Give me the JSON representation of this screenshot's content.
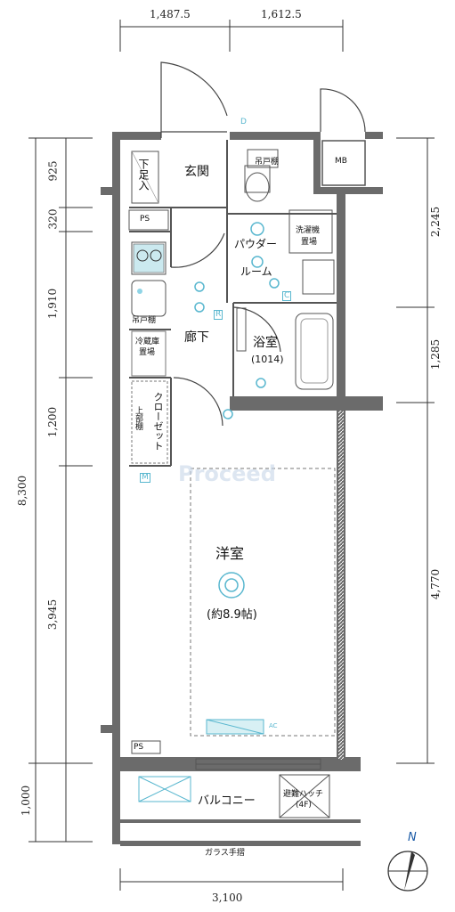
{
  "dimensions": {
    "top_left": "1,487.5",
    "top_right": "1,612.5",
    "bottom": "3,100",
    "left": [
      "925",
      "320",
      "1,910",
      "1,200",
      "3,945",
      "1,000"
    ],
    "left_total": "8,300",
    "right": [
      "2,245",
      "1,285",
      "4,770"
    ]
  },
  "rooms": {
    "genkan": "玄関",
    "shitabako": "下足入",
    "ps_top": "PS",
    "ps_bottom": "PS",
    "mb": "MB",
    "powder_1": "パウダー",
    "powder_2": "ルーム",
    "washer_1": "洗濯機",
    "washer_2": "置場",
    "hallway": "廊下",
    "bath": "浴室",
    "bath_size": "(1014)",
    "fridge_1": "冷蔵庫",
    "fridge_2": "置場",
    "closet": "クローゼット",
    "upper_shelf": "上部棚",
    "hanger": "吊戸棚",
    "upper_hanger": "吊戸棚",
    "western": "洋室",
    "western_size": "(約8.9帖)",
    "balcony": "バルコニー",
    "hatch_1": "避難ハッチ",
    "hatch_2": "(4F)",
    "glass_rail": "ガラス手摺",
    "north": "N"
  },
  "symbols": {
    "m": "M",
    "c": "C",
    "r": "R",
    "ac": "AC",
    "d": "D"
  },
  "watermark": "Proceed"
}
